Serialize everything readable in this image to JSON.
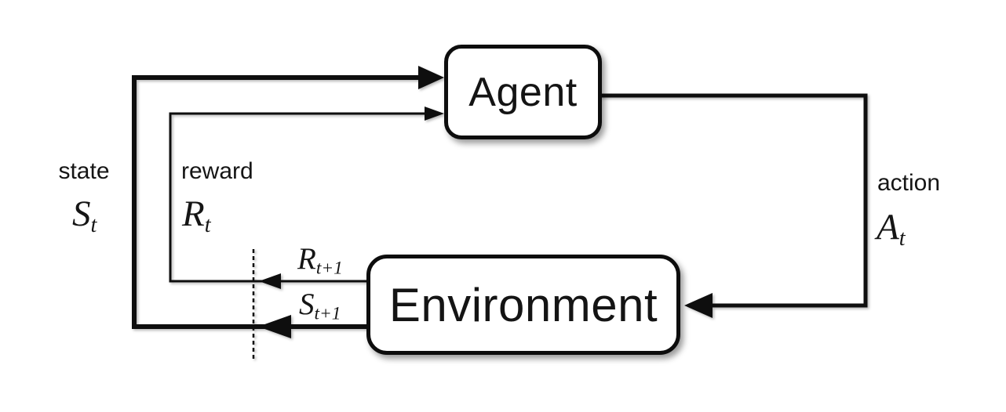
{
  "diagram": {
    "description": "Agent-environment interaction loop diagram",
    "nodes": {
      "agent": {
        "label": "Agent"
      },
      "environment": {
        "label": "Environment"
      }
    },
    "labels": {
      "state": {
        "word": "state",
        "symbol_base": "S",
        "symbol_sub": "t"
      },
      "reward": {
        "word": "reward",
        "symbol_base": "R",
        "symbol_sub": "t"
      },
      "action": {
        "word": "action",
        "symbol_base": "A",
        "symbol_sub": "t"
      },
      "next_reward": {
        "symbol_base": "R",
        "symbol_sub": "t+1"
      },
      "next_state": {
        "symbol_base": "S",
        "symbol_sub": "t+1"
      }
    },
    "colors": {
      "ink": "#0e0e0e",
      "background": "#ffffff",
      "box_fill": "#ffffff"
    }
  }
}
